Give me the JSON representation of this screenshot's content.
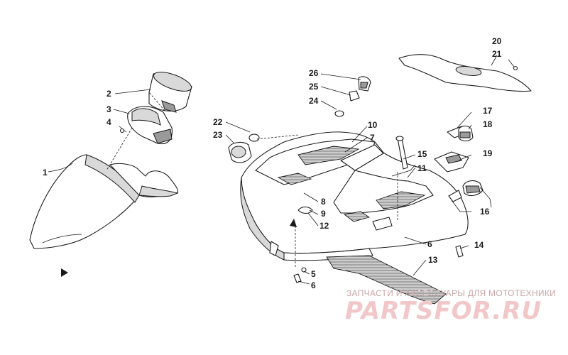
{
  "callouts": {
    "c1": "1",
    "c2": "2",
    "c3": "3",
    "c4": "4",
    "c5": "5",
    "c6a": "6",
    "c6b": "6",
    "c7": "7",
    "c8": "8",
    "c9": "9",
    "c10": "10",
    "c11": "11",
    "c12": "12",
    "c13": "13",
    "c14": "14",
    "c15": "15",
    "c16": "16",
    "c17": "17",
    "c18": "18",
    "c19": "19",
    "c20": "20",
    "c21": "21",
    "c22": "22",
    "c23": "23",
    "c24": "24",
    "c25": "25",
    "c26": "26"
  },
  "watermark": {
    "tagline": "ЗАПЧАСТИ И АКСЕССУАРЫ ДЛЯ МОТОТЕХНИКИ",
    "logo": "PARTSFOR.RU"
  },
  "colors": {
    "line": "#1a1a1a",
    "watermark_text": "#c9a5a7",
    "watermark_logo": "#f1c7c9"
  }
}
